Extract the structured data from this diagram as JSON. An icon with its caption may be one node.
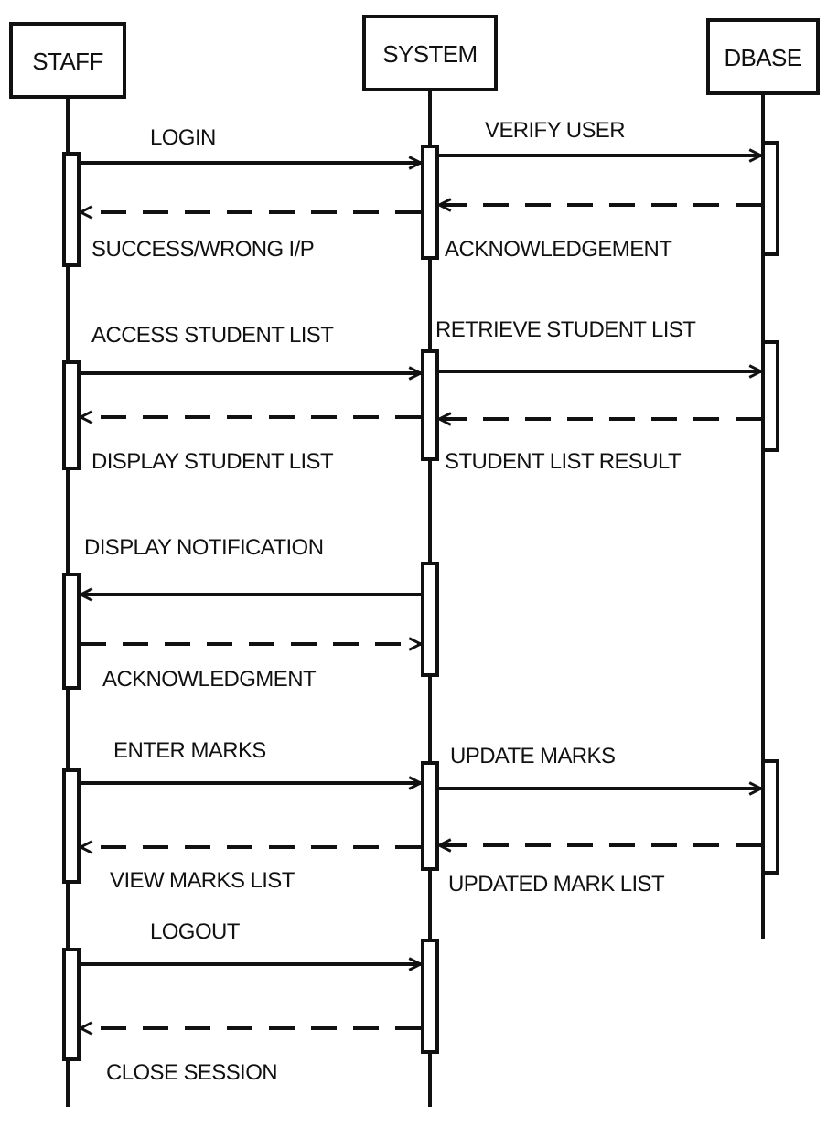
{
  "diagram": {
    "nodes": [
      {
        "text": [
          "STAFF"
        ]
      },
      {
        "text": [
          "SYSTEM"
        ]
      },
      {
        "text": [
          "DBASE"
        ]
      },
      {
        "text": [],
        "shape": "bar"
      },
      {
        "text": [],
        "shape": "bar"
      },
      {
        "text": [],
        "shape": "bar"
      },
      {
        "text": [],
        "shape": "bar"
      },
      {
        "text": [],
        "shape": "bar"
      },
      {
        "text": [],
        "shape": "bar"
      },
      {
        "text": [],
        "shape": "bar"
      },
      {
        "text": [],
        "shape": "bar"
      },
      {
        "text": [],
        "shape": "bar"
      },
      {
        "text": [],
        "shape": "bar"
      },
      {
        "text": [],
        "shape": "bar"
      },
      {
        "text": [],
        "shape": "bar"
      },
      {
        "text": [],
        "shape": "bar"
      }
    ],
    "edges": [
      {
        "from": 3,
        "to": 4,
        "arrow": "to",
        "label": "LOGIN"
      },
      {
        "from": 4,
        "to": 5,
        "arrow": "to",
        "label": "VERIFY USER"
      },
      {
        "from": 5,
        "to": 4,
        "arrow": "to",
        "label": "ACKNOWLEDGEMENT",
        "style": "dashed"
      },
      {
        "from": 4,
        "to": 3,
        "arrow": "to",
        "label": "SUCCESS/WRONG I/P",
        "style": "dashed"
      },
      {
        "from": 6,
        "to": 7,
        "arrow": "to",
        "label": "ACCESS STUDENT LIST"
      },
      {
        "from": 7,
        "to": 8,
        "arrow": "to",
        "label": "RETRIEVE STUDENT LIST"
      },
      {
        "from": 8,
        "to": 7,
        "arrow": "to",
        "label": "STUDENT LIST RESULT",
        "style": "dashed"
      },
      {
        "from": 7,
        "to": 6,
        "arrow": "to",
        "label": "DISPLAY STUDENT LIST",
        "style": "dashed"
      },
      {
        "from": 10,
        "to": 9,
        "arrow": "to",
        "label": "DISPLAY NOTIFICATION"
      },
      {
        "from": 9,
        "to": 10,
        "arrow": "to",
        "label": "ACKNOWLEDGMENT",
        "style": "dashed"
      },
      {
        "from": 11,
        "to": 12,
        "arrow": "to",
        "label": "ENTER MARKS"
      },
      {
        "from": 12,
        "to": 13,
        "arrow": "to",
        "label": "UPDATE MARKS"
      },
      {
        "from": 13,
        "to": 12,
        "arrow": "to",
        "label": "UPDATED MARK LIST",
        "style": "dashed"
      },
      {
        "from": 12,
        "to": 11,
        "arrow": "to",
        "label": "VIEW MARKS LIST",
        "style": "dashed"
      },
      {
        "from": 14,
        "to": 15,
        "arrow": "to",
        "label": "LOGOUT"
      },
      {
        "from": 15,
        "to": 14,
        "arrow": "to",
        "label": "CLOSE SESSION",
        "style": "dashed"
      }
    ]
  }
}
